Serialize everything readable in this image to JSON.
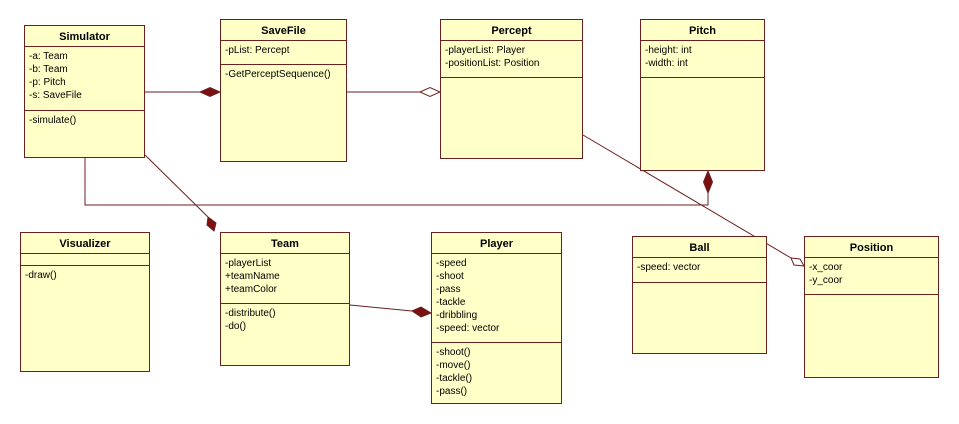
{
  "classes": {
    "simulator": {
      "name": "Simulator",
      "attrs": [
        "-a: Team",
        "-b: Team",
        "-p: Pitch",
        "-s: SaveFile"
      ],
      "ops": [
        "-simulate()"
      ]
    },
    "savefile": {
      "name": "SaveFile",
      "attrs": [
        "-pList: Percept"
      ],
      "ops": [
        "-GetPerceptSequence()"
      ]
    },
    "percept": {
      "name": "Percept",
      "attrs": [
        "-playerList: Player",
        "-positionList: Position"
      ],
      "ops": []
    },
    "pitch": {
      "name": "Pitch",
      "attrs": [
        "-height: int",
        "-width: int"
      ],
      "ops": []
    },
    "visualizer": {
      "name": "Visualizer",
      "attrs": [],
      "ops": [
        "-draw()"
      ]
    },
    "team": {
      "name": "Team",
      "attrs": [
        "-playerList",
        "+teamName",
        "+teamColor"
      ],
      "ops": [
        "-distribute()",
        "-do()"
      ]
    },
    "player": {
      "name": "Player",
      "attrs": [
        "-speed",
        "-shoot",
        "-pass",
        "-tackle",
        "-dribbling",
        "-speed: vector"
      ],
      "ops": [
        "-shoot()",
        "-move()",
        "-tackle()",
        "-pass()"
      ]
    },
    "ball": {
      "name": "Ball",
      "attrs": [
        "-speed: vector"
      ],
      "ops": []
    },
    "position": {
      "name": "Position",
      "attrs": [
        "-x_coor",
        "-y_coor"
      ],
      "ops": []
    }
  },
  "relations": [
    {
      "from": "simulator",
      "to": "savefile",
      "kind": "composition"
    },
    {
      "from": "savefile",
      "to": "percept",
      "kind": "aggregation"
    },
    {
      "from": "simulator",
      "to": "team",
      "kind": "composition"
    },
    {
      "from": "simulator",
      "to": "pitch",
      "kind": "composition"
    },
    {
      "from": "team",
      "to": "player",
      "kind": "composition"
    },
    {
      "from": "percept",
      "to": "position",
      "kind": "aggregation"
    }
  ],
  "colors": {
    "line": "#6b1f1f",
    "box_fill": "#ffffc8",
    "diamond_fill": "#7a1010",
    "text": "#000000"
  }
}
